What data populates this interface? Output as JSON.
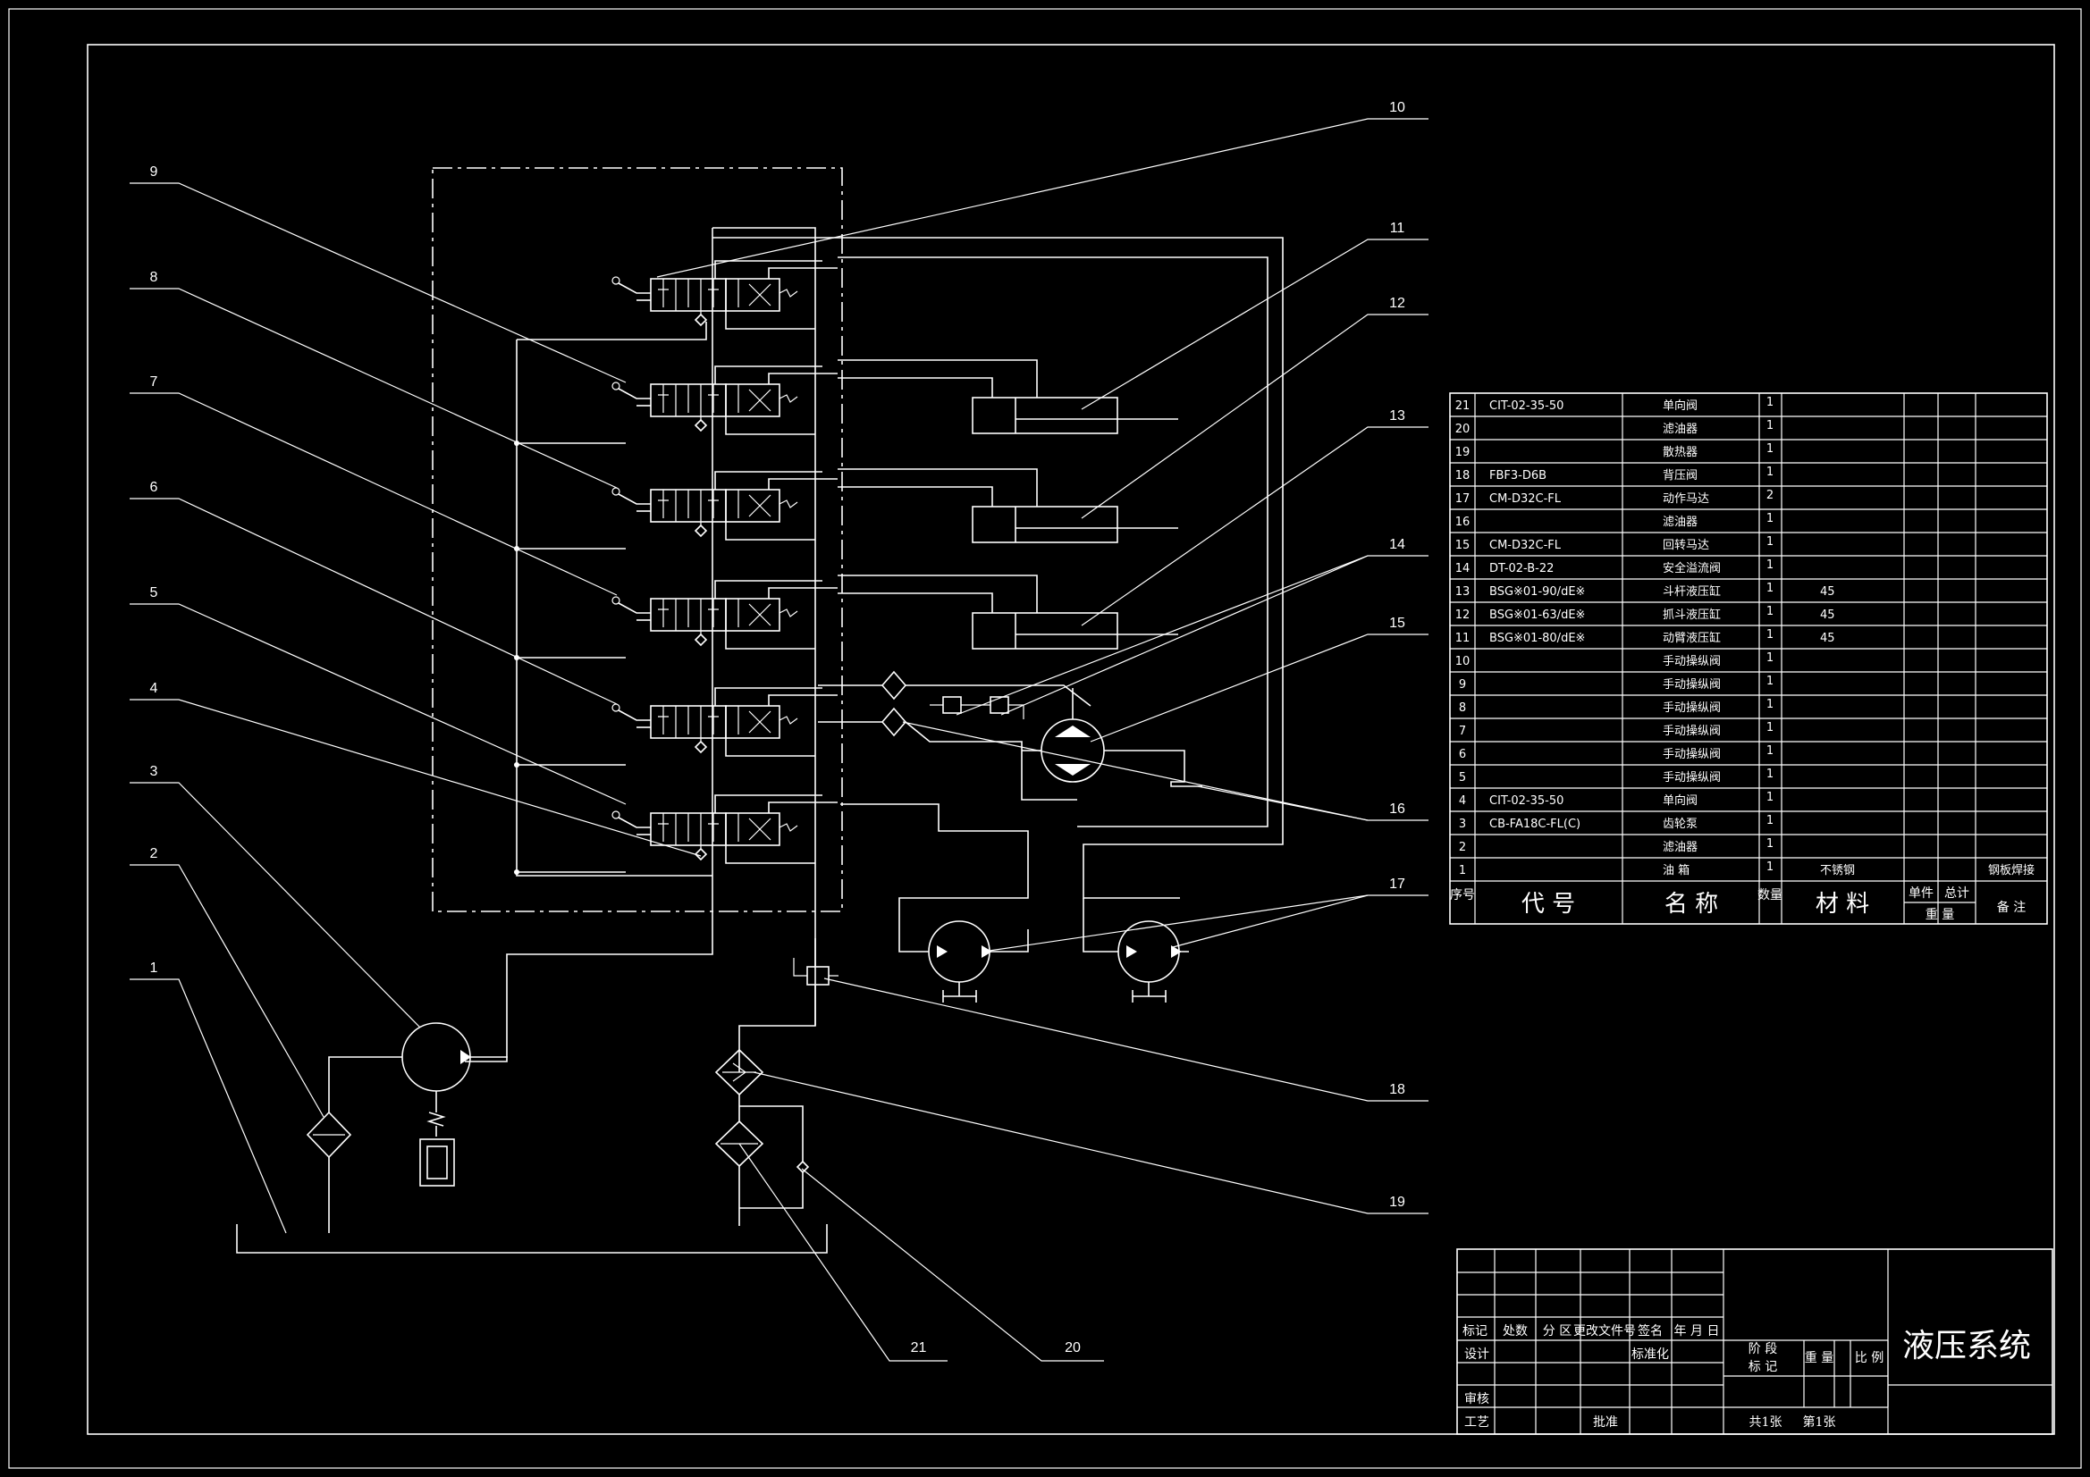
{
  "drawing_title": "液压系统",
  "callouts": [
    "1",
    "2",
    "3",
    "4",
    "5",
    "6",
    "7",
    "8",
    "9",
    "10",
    "11",
    "12",
    "13",
    "14",
    "15",
    "16",
    "17",
    "18",
    "19",
    "20",
    "21"
  ],
  "parts": [
    {
      "no": "21",
      "code": "CIT-02-35-50",
      "name": "单向阀",
      "qty": "1",
      "material": "",
      "note": ""
    },
    {
      "no": "20",
      "code": "",
      "name": "滤油器",
      "qty": "1",
      "material": "",
      "note": ""
    },
    {
      "no": "19",
      "code": "",
      "name": "散热器",
      "qty": "1",
      "material": "",
      "note": ""
    },
    {
      "no": "18",
      "code": "FBF3-D6B",
      "name": "背压阀",
      "qty": "1",
      "material": "",
      "note": ""
    },
    {
      "no": "17",
      "code": "CM-D32C-FL",
      "name": "动作马达",
      "qty": "2",
      "material": "",
      "note": ""
    },
    {
      "no": "16",
      "code": "",
      "name": "滤油器",
      "qty": "1",
      "material": "",
      "note": ""
    },
    {
      "no": "15",
      "code": "CM-D32C-FL",
      "name": "回转马达",
      "qty": "1",
      "material": "",
      "note": ""
    },
    {
      "no": "14",
      "code": "DT-02-B-22",
      "name": "安全溢流阀",
      "qty": "1",
      "material": "",
      "note": ""
    },
    {
      "no": "13",
      "code": "BSG※01-90/dE※",
      "name": "斗杆液压缸",
      "qty": "1",
      "material": "45",
      "note": ""
    },
    {
      "no": "12",
      "code": "BSG※01-63/dE※",
      "name": "抓斗液压缸",
      "qty": "1",
      "material": "45",
      "note": ""
    },
    {
      "no": "11",
      "code": "BSG※01-80/dE※",
      "name": "动臂液压缸",
      "qty": "1",
      "material": "45",
      "note": ""
    },
    {
      "no": "10",
      "code": "",
      "name": "手动操纵阀",
      "qty": "1",
      "material": "",
      "note": ""
    },
    {
      "no": "9",
      "code": "",
      "name": "手动操纵阀",
      "qty": "1",
      "material": "",
      "note": ""
    },
    {
      "no": "8",
      "code": "",
      "name": "手动操纵阀",
      "qty": "1",
      "material": "",
      "note": ""
    },
    {
      "no": "7",
      "code": "",
      "name": "手动操纵阀",
      "qty": "1",
      "material": "",
      "note": ""
    },
    {
      "no": "6",
      "code": "",
      "name": "手动操纵阀",
      "qty": "1",
      "material": "",
      "note": ""
    },
    {
      "no": "5",
      "code": "",
      "name": "手动操纵阀",
      "qty": "1",
      "material": "",
      "note": ""
    },
    {
      "no": "4",
      "code": "CIT-02-35-50",
      "name": "单向阀",
      "qty": "1",
      "material": "",
      "note": ""
    },
    {
      "no": "3",
      "code": "CB-FA18C-FL(C)",
      "name": "齿轮泵",
      "qty": "1",
      "material": "",
      "note": ""
    },
    {
      "no": "2",
      "code": "",
      "name": "滤油器",
      "qty": "1",
      "material": "",
      "note": ""
    },
    {
      "no": "1",
      "code": "",
      "name": "油 箱",
      "qty": "1",
      "material": "不锈钢",
      "note": "钢板焊接"
    }
  ],
  "parts_header": {
    "no": "序号",
    "code": "代 号",
    "name": "名 称",
    "qty": "数量",
    "material": "材 料",
    "unit": "单件",
    "total": "总计",
    "weight": "重 量",
    "note": "备 注"
  },
  "title_block": {
    "mark": "标记",
    "count": "处数",
    "zone": "分 区",
    "doc": "更改文件号",
    "sign": "签名",
    "date": "年 月 日",
    "design": "设计",
    "std": "标准化",
    "review": "审核",
    "process": "工艺",
    "approve": "批准",
    "stage": "阶 段",
    "stage2": "标 记",
    "weight": "重 量",
    "scale": "比 例",
    "sheets": "共1张",
    "sheet_no": "第1张"
  }
}
